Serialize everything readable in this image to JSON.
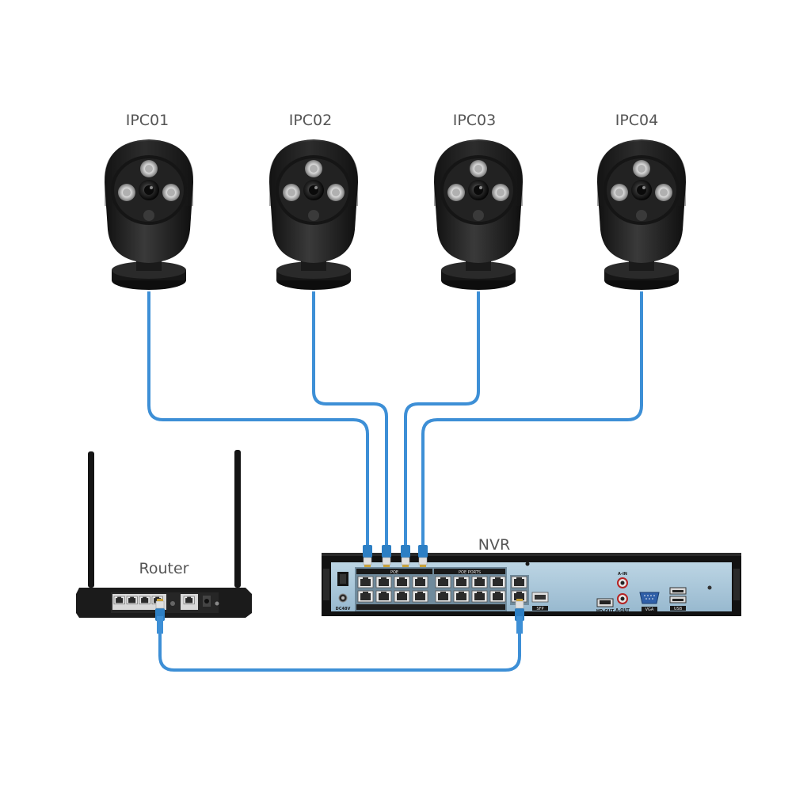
{
  "cameras": [
    {
      "label": "IPC01"
    },
    {
      "label": "IPC02"
    },
    {
      "label": "IPC03"
    },
    {
      "label": "IPC04"
    }
  ],
  "router": {
    "label": "Router"
  },
  "nvr": {
    "label": "NVR",
    "poe_ports_left_label": "POE",
    "poe_ports_label": "POE PORTS",
    "port_labels": {
      "dc": "DC48V",
      "sfp": "SFP",
      "hdmi": "HD-OUT",
      "vga": "VGA",
      "audio_in": "A-IN",
      "audio_out": "A-OUT",
      "usb": "USB"
    }
  },
  "colors": {
    "cable": "#3d8fd6",
    "device_body": "#1c1c1c",
    "nvr_panel": "#a7c6d9",
    "connector": "#2d7fc4"
  }
}
